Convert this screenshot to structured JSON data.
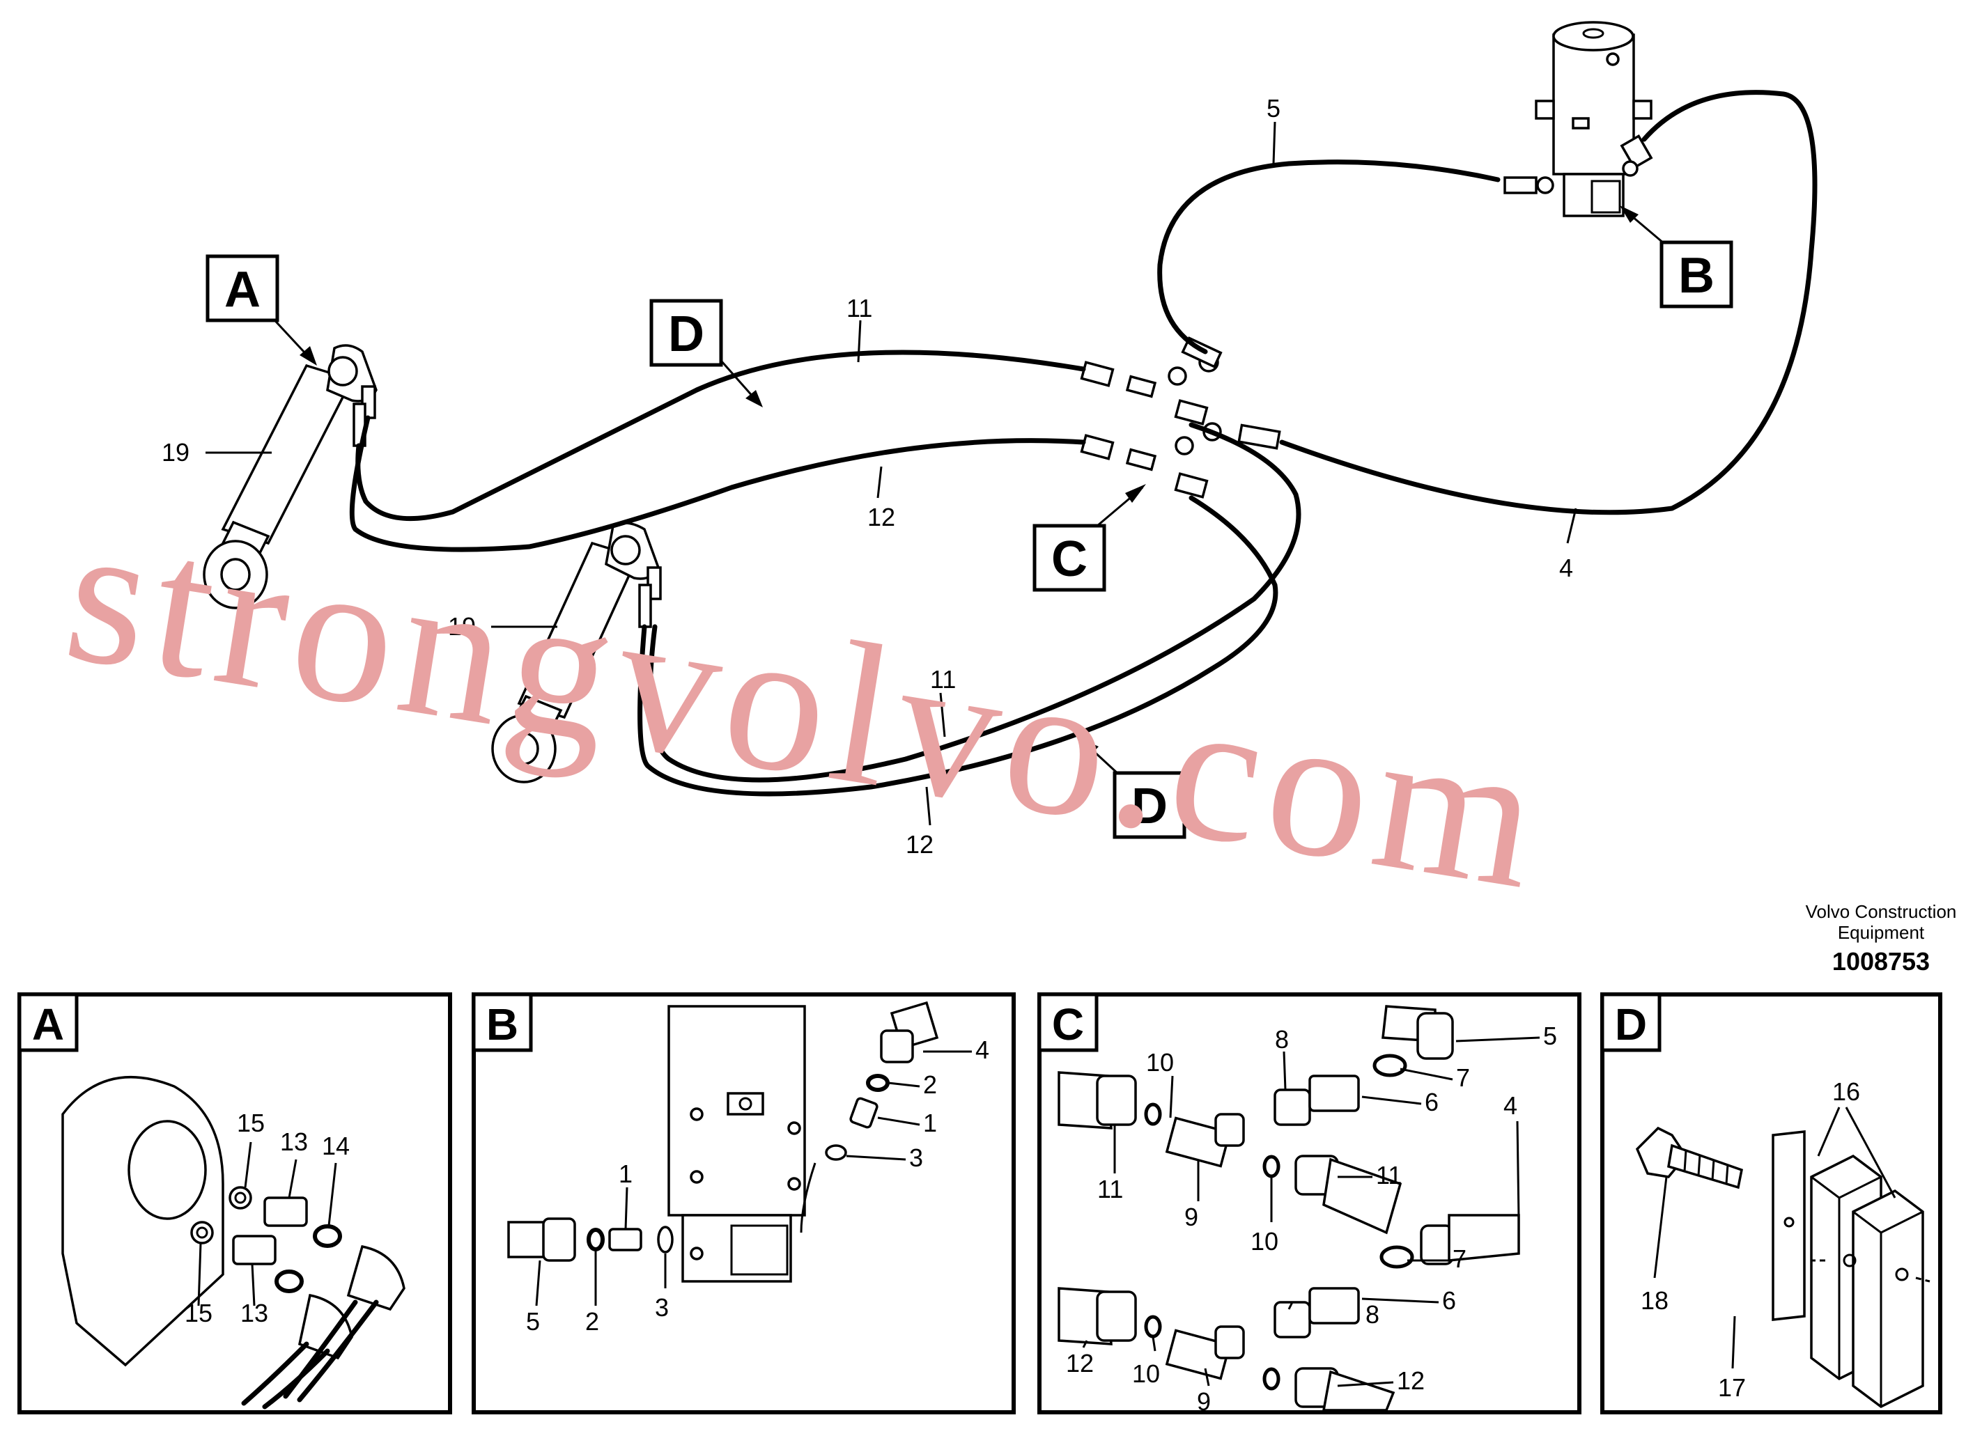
{
  "publisher": {
    "line1": "Volvo Construction",
    "line2": "Equipment",
    "ref": "1008753"
  },
  "watermark": "strongvolvo.com",
  "main_letters": {
    "A": "A",
    "B": "B",
    "C": "C",
    "D1": "D",
    "D2": "D"
  },
  "main_numbers": {
    "n5": "5",
    "n4": "4",
    "n11a": "11",
    "n12a": "12",
    "n11b": "11",
    "n12b": "12",
    "n19a": "19",
    "n19b": "19"
  },
  "panels": {
    "A": {
      "letter": "A",
      "labels": {
        "l15a": "15",
        "l13a": "13",
        "l14": "14",
        "l15b": "15",
        "l13b": "13"
      }
    },
    "B": {
      "letter": "B",
      "labels": {
        "l4": "4",
        "l2a": "2",
        "l1a": "1",
        "l3a": "3",
        "l1b": "1",
        "l5": "5",
        "l2b": "2",
        "l3b": "3"
      }
    },
    "C": {
      "letter": "C",
      "labels": {
        "l10a": "10",
        "l8a": "8",
        "l5": "5",
        "l7a": "7",
        "l6a": "6",
        "l11a": "11",
        "l9a": "9",
        "l11b": "11",
        "l10b": "10",
        "l4": "4",
        "l7b": "7",
        "l6b": "6",
        "l8b": "8",
        "l12a": "12",
        "l10c": "10",
        "l9b": "9",
        "l12b": "12"
      }
    },
    "D": {
      "letter": "D",
      "labels": {
        "l16": "16",
        "l18": "18",
        "l17": "17"
      }
    }
  }
}
